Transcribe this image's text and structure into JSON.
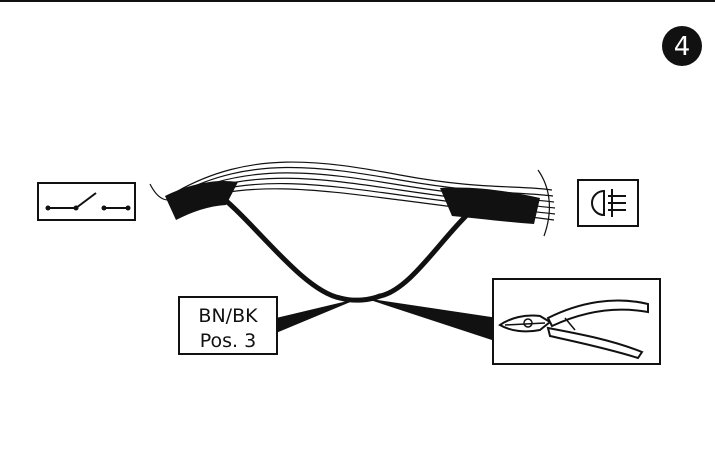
{
  "step_number": "4",
  "wire_label": {
    "line1": "BN/BK",
    "line2": "Pos. 3"
  },
  "icons": {
    "switch": "switch-icon",
    "fog_light": "rear-fog-light-icon",
    "pliers": "side-cutter-pliers-icon"
  },
  "colors": {
    "ink": "#111111",
    "background": "#ffffff"
  }
}
